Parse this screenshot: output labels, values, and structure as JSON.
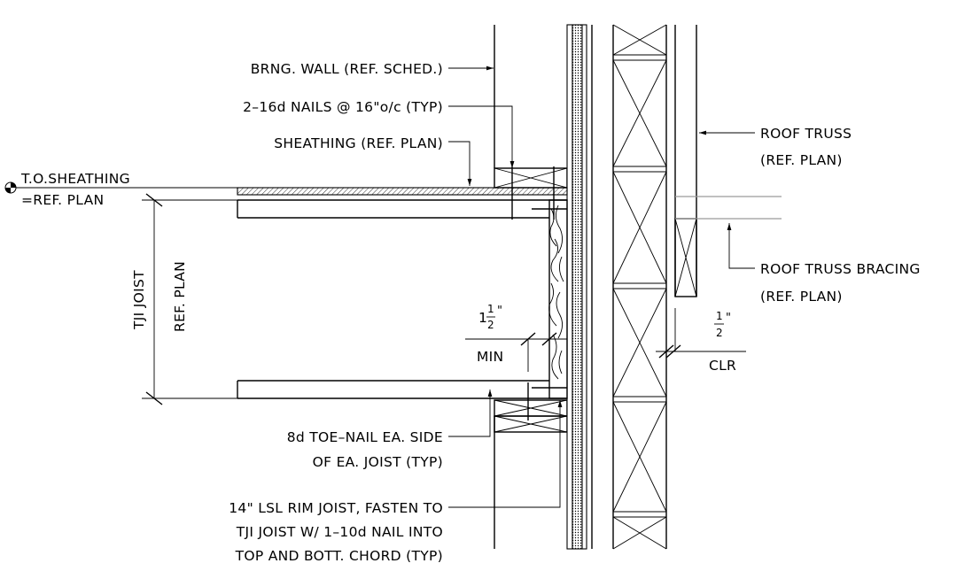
{
  "labels": {
    "brng_wall": "BRNG. WALL (REF. SCHED.)",
    "nails": "2–16d NAILS @ 16\"o/c (TYP)",
    "sheathing": "SHEATHING (REF. PLAN)",
    "to_sheathing_1": "T.O.SHEATHING",
    "to_sheathing_2": "=REF. PLAN",
    "tji_joist": "TJI JOIST",
    "ref_plan_vert": "REF. PLAN",
    "roof_truss_1": "ROOF TRUSS",
    "roof_truss_2": "(REF. PLAN)",
    "truss_bracing_1": "ROOF TRUSS BRACING",
    "truss_bracing_2": "(REF. PLAN)",
    "dim_left_whole": "1",
    "dim_left_num": "1",
    "dim_left_den": "2",
    "dim_left_inch": "\"",
    "dim_left_note": "MIN",
    "dim_right_num": "1",
    "dim_right_den": "2",
    "dim_right_inch": "\"",
    "dim_right_note": "CLR",
    "toe_nail_1": "8d TOE–NAIL EA. SIDE",
    "toe_nail_2": "OF EA. JOIST (TYP)",
    "rim_joist_1": "14\" LSL RIM JOIST, FASTEN TO",
    "rim_joist_2": "TJI JOIST W/ 1–10d NAIL INTO",
    "rim_joist_3": "TOP AND BOTT. CHORD (TYP)"
  }
}
